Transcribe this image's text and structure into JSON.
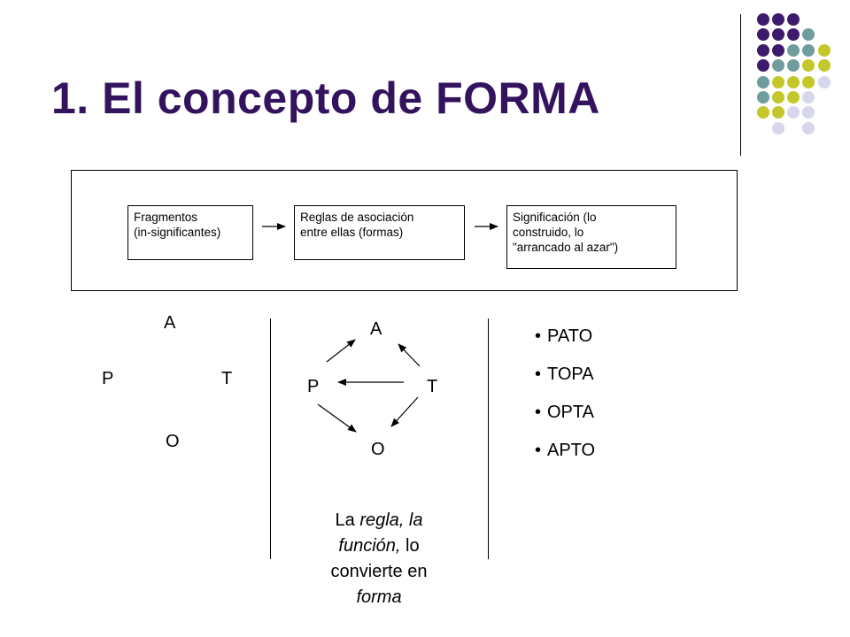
{
  "slide": {
    "title": "1. El concepto de FORMA",
    "accent_colors": {
      "title": "#33135e",
      "dot_purple": "#3d1a6b",
      "dot_teal": "#6f9c9c",
      "dot_olive": "#c4c72a",
      "dot_lavender": "#d6d6ec"
    }
  },
  "flow": {
    "boxes": [
      {
        "line1": "Fragmentos",
        "line2": "(in-significantes)",
        "line3": ""
      },
      {
        "line1": "Reglas de asociación",
        "line2": "entre ellas (formas)",
        "line3": ""
      },
      {
        "line1": "Significación (lo",
        "line2": "construido, lo",
        "line3": "\"arrancado al azar\")"
      }
    ]
  },
  "left_letters": {
    "top": "A",
    "left": "P",
    "right": "T",
    "bottom": "O"
  },
  "middle_letters": {
    "top": "A",
    "left": "P",
    "right": "T",
    "bottom": "O"
  },
  "caption": {
    "part1": "La ",
    "part2": "regla, la función,",
    "part3": " lo convierte en ",
    "part4": "forma"
  },
  "words": [
    "PATO",
    "TOPA",
    "OPTA",
    "APTO"
  ],
  "bullet_glyph": "•"
}
